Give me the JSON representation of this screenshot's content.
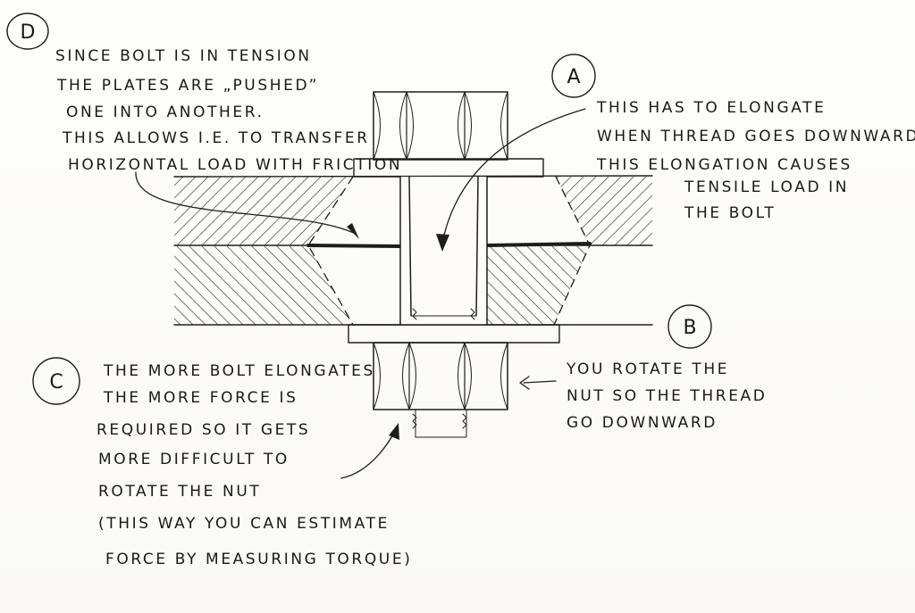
{
  "labels": {
    "a": "A",
    "b": "B",
    "c": "C",
    "d": "D"
  },
  "notes": {
    "d": [
      "SINCE BOLT IS IN TENSION",
      "THE PLATES ARE „PUSHED”",
      "ONE INTO ANOTHER.",
      "THIS ALLOWS I.E. TO TRANSFER",
      "HORIZONTAL LOAD WITH FRICTION"
    ],
    "a": [
      "THIS HAS TO ELONGATE",
      "WHEN THREAD GOES DOWNWARD",
      "THIS ELONGATION CAUSES",
      "TENSILE LOAD IN",
      "THE BOLT"
    ],
    "b": [
      "YOU ROTATE THE",
      "NUT SO THE THREAD",
      "GO DOWNWARD"
    ],
    "c": [
      "THE MORE BOLT ELONGATES",
      "THE MORE FORCE IS",
      "REQUIRED SO IT GETS",
      "MORE DIFFICULT TO",
      "ROTATE THE NUT",
      "(THIS WAY YOU CAN ESTIMATE",
      "FORCE BY MEASURING TORQUE)"
    ]
  }
}
